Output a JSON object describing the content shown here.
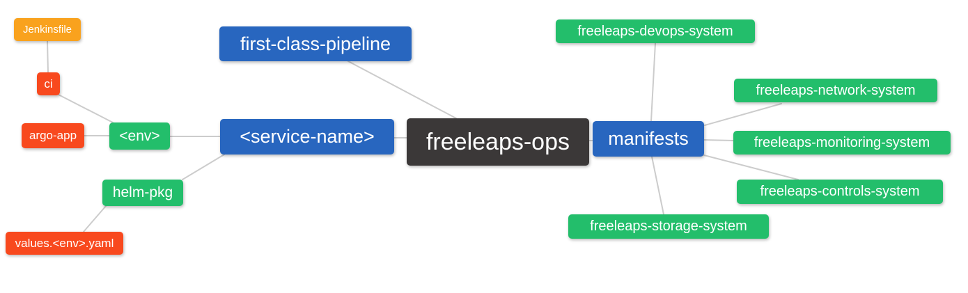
{
  "diagram": {
    "type": "mindmap",
    "root_label": "freeleaps-ops",
    "colors": {
      "root": "#3b3838",
      "primary": "#2866bf",
      "secondary": "#23be6b",
      "leaf_red": "#f8491e",
      "leaf_amber": "#f9a21e",
      "edge": "#cccccc",
      "background": "#ffffff"
    },
    "nodes": [
      {
        "id": "jenkinsfile",
        "label": "Jenkinsfile",
        "level": "leaf-amber"
      },
      {
        "id": "ci",
        "label": "ci",
        "level": "leaf-red"
      },
      {
        "id": "argo-app",
        "label": "argo-app",
        "level": "leaf-red"
      },
      {
        "id": "env",
        "label": "<env>",
        "level": "secondary"
      },
      {
        "id": "helm-pkg",
        "label": "helm-pkg",
        "level": "secondary"
      },
      {
        "id": "values-env-yaml",
        "label": "values.<env>.yaml",
        "level": "leaf-red"
      },
      {
        "id": "first-class-pipeline",
        "label": "first-class-pipeline",
        "level": "primary"
      },
      {
        "id": "service-name",
        "label": "<service-name>",
        "level": "primary"
      },
      {
        "id": "freeleaps-ops",
        "label": "freeleaps-ops",
        "level": "root"
      },
      {
        "id": "manifests",
        "label": "manifests",
        "level": "primary"
      },
      {
        "id": "devops-system",
        "label": "freeleaps-devops-system",
        "level": "secondary"
      },
      {
        "id": "network-system",
        "label": "freeleaps-network-system",
        "level": "secondary"
      },
      {
        "id": "monitoring-system",
        "label": "freeleaps-monitoring-system",
        "level": "secondary"
      },
      {
        "id": "controls-system",
        "label": "freeleaps-controls-system",
        "level": "secondary"
      },
      {
        "id": "storage-system",
        "label": "freeleaps-storage-system",
        "level": "secondary"
      }
    ],
    "edges": [
      {
        "from": "jenkinsfile",
        "to": "ci"
      },
      {
        "from": "ci",
        "to": "env"
      },
      {
        "from": "argo-app",
        "to": "env"
      },
      {
        "from": "env",
        "to": "service-name"
      },
      {
        "from": "helm-pkg",
        "to": "service-name"
      },
      {
        "from": "values-env-yaml",
        "to": "helm-pkg"
      },
      {
        "from": "first-class-pipeline",
        "to": "freeleaps-ops"
      },
      {
        "from": "service-name",
        "to": "freeleaps-ops"
      },
      {
        "from": "freeleaps-ops",
        "to": "manifests"
      },
      {
        "from": "manifests",
        "to": "devops-system"
      },
      {
        "from": "manifests",
        "to": "network-system"
      },
      {
        "from": "manifests",
        "to": "monitoring-system"
      },
      {
        "from": "manifests",
        "to": "controls-system"
      },
      {
        "from": "manifests",
        "to": "storage-system"
      }
    ]
  }
}
